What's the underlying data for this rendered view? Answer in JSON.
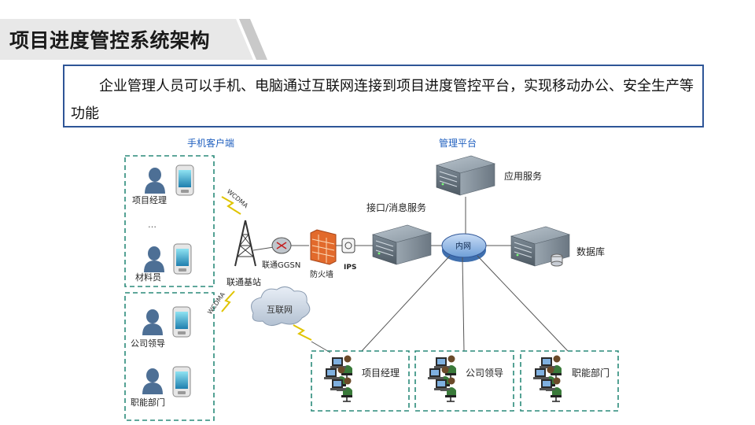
{
  "title": "项目进度管控系统架构",
  "description": "企业管理人员可以手机、电脑通过互联网连接到项目进度管控平台，实现移动办公、安全生产等功能",
  "diagram": {
    "mobile_group_label": "手机客户端",
    "platform_label": "管理平台",
    "mobile_users": [
      "项目经理",
      "…",
      "材料员",
      "公司领导",
      "职能部门"
    ],
    "wcdma_label": "WCDMA",
    "base_station": "联通基站",
    "ggsn": "联通GGSN",
    "firewall": "防火墙",
    "ips": "IPS",
    "internet": "互联网",
    "intranet": "内网",
    "interface_server": "接口/消息服务",
    "app_server": "应用服务",
    "database": "数据库",
    "pc_groups": [
      "项目经理",
      "公司领导",
      "职能部门"
    ]
  },
  "colors": {
    "accent_blue": "#2e5597",
    "label_blue": "#1f5fbf",
    "dashed_teal": "#2a8a7a",
    "server_gray": "#6e7b86"
  }
}
